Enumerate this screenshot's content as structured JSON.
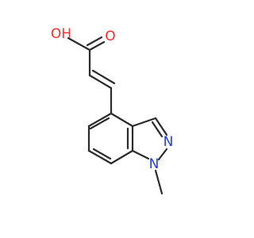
{
  "molecule": {
    "atoms": [
      {
        "id": "O_hydroxyl",
        "label": "OH",
        "color": "#ff2a2a"
      },
      {
        "id": "O_carbonyl",
        "label": "O",
        "color": "#ff2a2a"
      },
      {
        "id": "N2",
        "label": "N",
        "color": "#1f3cff"
      },
      {
        "id": "N1",
        "label": "N",
        "color": "#1f3cff"
      }
    ],
    "bond_color": "#2b2b2b"
  }
}
